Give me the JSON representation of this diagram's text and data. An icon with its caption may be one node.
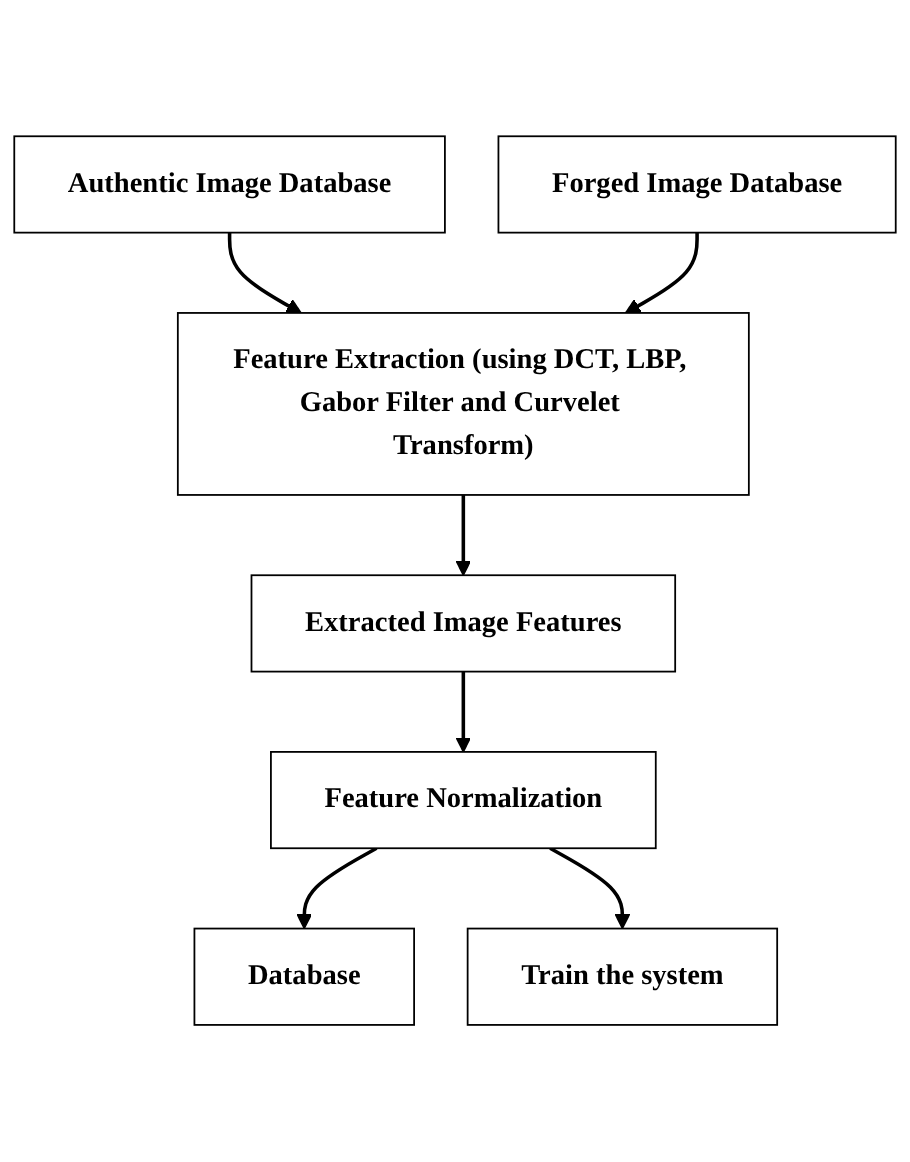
{
  "diagram": {
    "nodes": [
      {
        "text": [
          "Authentic Image Database"
        ]
      },
      {
        "text": [
          "Forged Image Database"
        ]
      },
      {
        "text": [
          "Feature Extraction (using DCT, LBP, Gabor Filter and Curvelet Transform)"
        ]
      },
      {
        "text": [
          "Extracted Image Features"
        ]
      },
      {
        "text": [
          "Feature Normalization"
        ]
      },
      {
        "text": [
          "Database"
        ]
      },
      {
        "text": [
          "Train the system"
        ]
      }
    ],
    "edges": [
      {
        "from": 0,
        "to": 2,
        "arrow": "to"
      },
      {
        "from": 1,
        "to": 2,
        "arrow": "to"
      },
      {
        "from": 2,
        "to": 3,
        "arrow": "to"
      },
      {
        "from": 3,
        "to": 4,
        "arrow": "to"
      },
      {
        "from": 4,
        "to": 5,
        "arrow": "to"
      },
      {
        "from": 4,
        "to": 6,
        "arrow": "to"
      }
    ]
  }
}
